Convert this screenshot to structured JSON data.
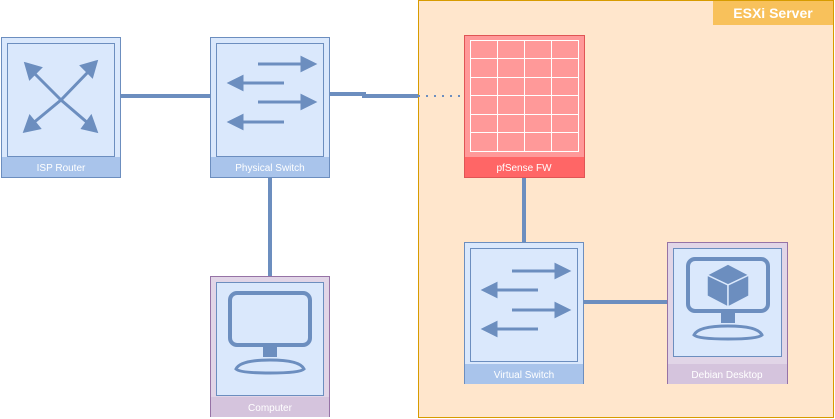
{
  "container": {
    "label": "ESXi Server"
  },
  "nodes": {
    "isp_router": {
      "label": "ISP Router",
      "icon": "router-icon"
    },
    "physical_switch": {
      "label": "Physical Switch",
      "icon": "switch-icon"
    },
    "computer": {
      "label": "Computer",
      "icon": "monitor-icon"
    },
    "pfsense": {
      "label": "pfSense FW",
      "icon": "firewall-icon"
    },
    "virtual_switch": {
      "label": "Virtual Switch",
      "icon": "switch-icon"
    },
    "debian": {
      "label": "Debian Desktop",
      "icon": "virtual-machine-icon"
    }
  },
  "colors": {
    "network_fill": "#dae8fc",
    "network_stroke": "#6c8ebf",
    "network_label_bg": "#a9c4eb",
    "client_fill": "#e1d5e7",
    "client_stroke": "#9673a6",
    "client_label_bg": "#d5c4dd",
    "firewall_fill": "#ff9999",
    "firewall_stroke": "#e05555",
    "firewall_label_bg": "#ff6666",
    "container_fill": "#ffe6cc",
    "container_stroke": "#d79b00",
    "container_title_bg": "#f8c15b",
    "link": "#6c8ebf"
  }
}
